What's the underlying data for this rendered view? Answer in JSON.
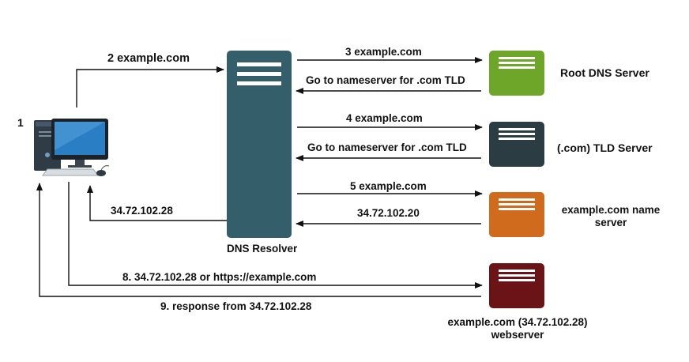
{
  "client": {
    "step_label": "1"
  },
  "resolver": {
    "label": "DNS Resolver"
  },
  "servers": {
    "root": {
      "label": "Root DNS Server",
      "color": "#6ea629"
    },
    "tld": {
      "label": "(.com) TLD Server",
      "color": "#2b3d43"
    },
    "name": {
      "label_line1": "example.com name",
      "label_line2": "server",
      "color": "#d06a1c"
    },
    "web": {
      "label_line1": "example.com (34.72.102.28)",
      "label_line2": "webserver",
      "color": "#6b1418"
    }
  },
  "arrows": {
    "step2": "2 example.com",
    "step3": "3 example.com",
    "root_reply": "Go to nameserver for .com TLD",
    "step4": "4 example.com",
    "tld_reply": "Go to nameserver for .com TLD",
    "step5": "5 example.com",
    "name_reply": "34.72.102.20",
    "resolver_reply": "34.72.102.28",
    "step8": "8. 34.72.102.28 or https://example.com",
    "step9": "9. response from 34.72.102.28"
  },
  "colors": {
    "resolver": "#355e6b",
    "arrow": "#111111"
  }
}
